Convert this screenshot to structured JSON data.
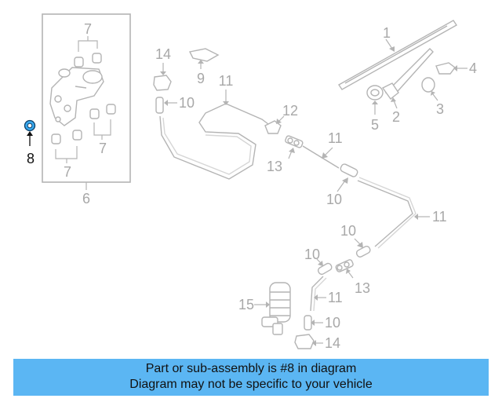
{
  "diagram": {
    "highlight_color": "#39a9ef",
    "callouts": {
      "c1": "1",
      "c2": "2",
      "c3": "3",
      "c4": "4",
      "c5": "5",
      "c6": "6",
      "c7a": "7",
      "c7b": "7",
      "c7c": "7",
      "c8": "8",
      "c9": "9",
      "c10a": "10",
      "c10b": "10",
      "c10c": "10",
      "c10d": "10",
      "c10e": "10",
      "c11a": "11",
      "c11b": "11",
      "c11c": "11",
      "c11d": "11",
      "c12": "12",
      "c13a": "13",
      "c13b": "13",
      "c14a": "14",
      "c14b": "14",
      "c15": "15"
    }
  },
  "banner": {
    "color": "#5bb6f3",
    "line1": "Part or sub-assembly is #8 in diagram",
    "line2": "Diagram may not be specific to your vehicle"
  }
}
